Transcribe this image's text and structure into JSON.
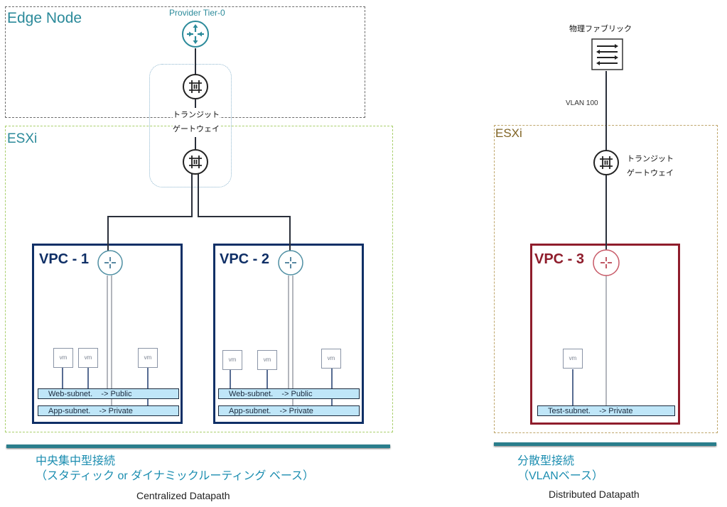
{
  "zones": {
    "edge_node": "Edge Node",
    "esxi_left": "ESXi",
    "esxi_right": "ESXi"
  },
  "nodes": {
    "provider_tier0": "Provider Tier-0",
    "transit_gateway_left": [
      "トランジット",
      "ゲートウェイ"
    ],
    "transit_gateway_right": [
      "トランジット",
      "ゲートウェイ"
    ],
    "physical_fabric": "物理ファブリック",
    "vlan_label": "VLAN 100"
  },
  "vpcs": [
    {
      "title": "VPC - 1",
      "vms": [
        "vm",
        "vm",
        "vm"
      ],
      "subnets": [
        "Web-subnet.    -> Public",
        "App-subnet.    -> Private"
      ]
    },
    {
      "title": "VPC - 2",
      "vms": [
        "vm",
        "vm",
        "vm"
      ],
      "subnets": [
        "Web-subnet.    -> Public",
        "App-subnet.    -> Private"
      ]
    },
    {
      "title": "VPC - 3",
      "vms": [
        "vm"
      ],
      "subnets": [
        "Test-subnet.    -> Private"
      ]
    }
  ],
  "captions": {
    "left": {
      "jp_line1": "中央集中型接続",
      "jp_line2": "（スタティック or ダイナミックルーティング ベース）",
      "en": "Centralized Datapath"
    },
    "right": {
      "jp_line1": "分散型接続",
      "jp_line2": "（VLANベース）",
      "en": "Distributed Datapath"
    }
  },
  "colors": {
    "teal": "#2b8a9a",
    "vpc_blue": "#0f2f66",
    "vpc_red": "#8f1d2c",
    "subnet_fill": "#bfe6f8",
    "caption_bar": "#2a7e8c"
  }
}
